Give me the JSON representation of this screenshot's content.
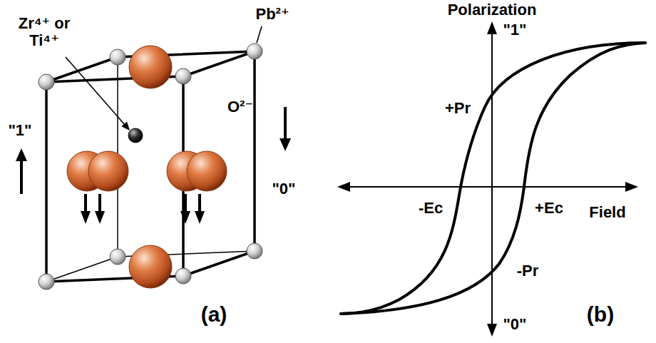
{
  "diagram": {
    "labels": [
      "Zr⁴⁺ or Ti⁴⁺",
      "Pb²⁺",
      "O²⁻",
      "\"1\"",
      "\"0\"",
      "(a)",
      "Polarization",
      "\"1\"",
      "+Pr",
      "-Ec",
      "+Ec",
      "Field",
      "-Pr",
      "\"0\"",
      "(b)"
    ]
  }
}
